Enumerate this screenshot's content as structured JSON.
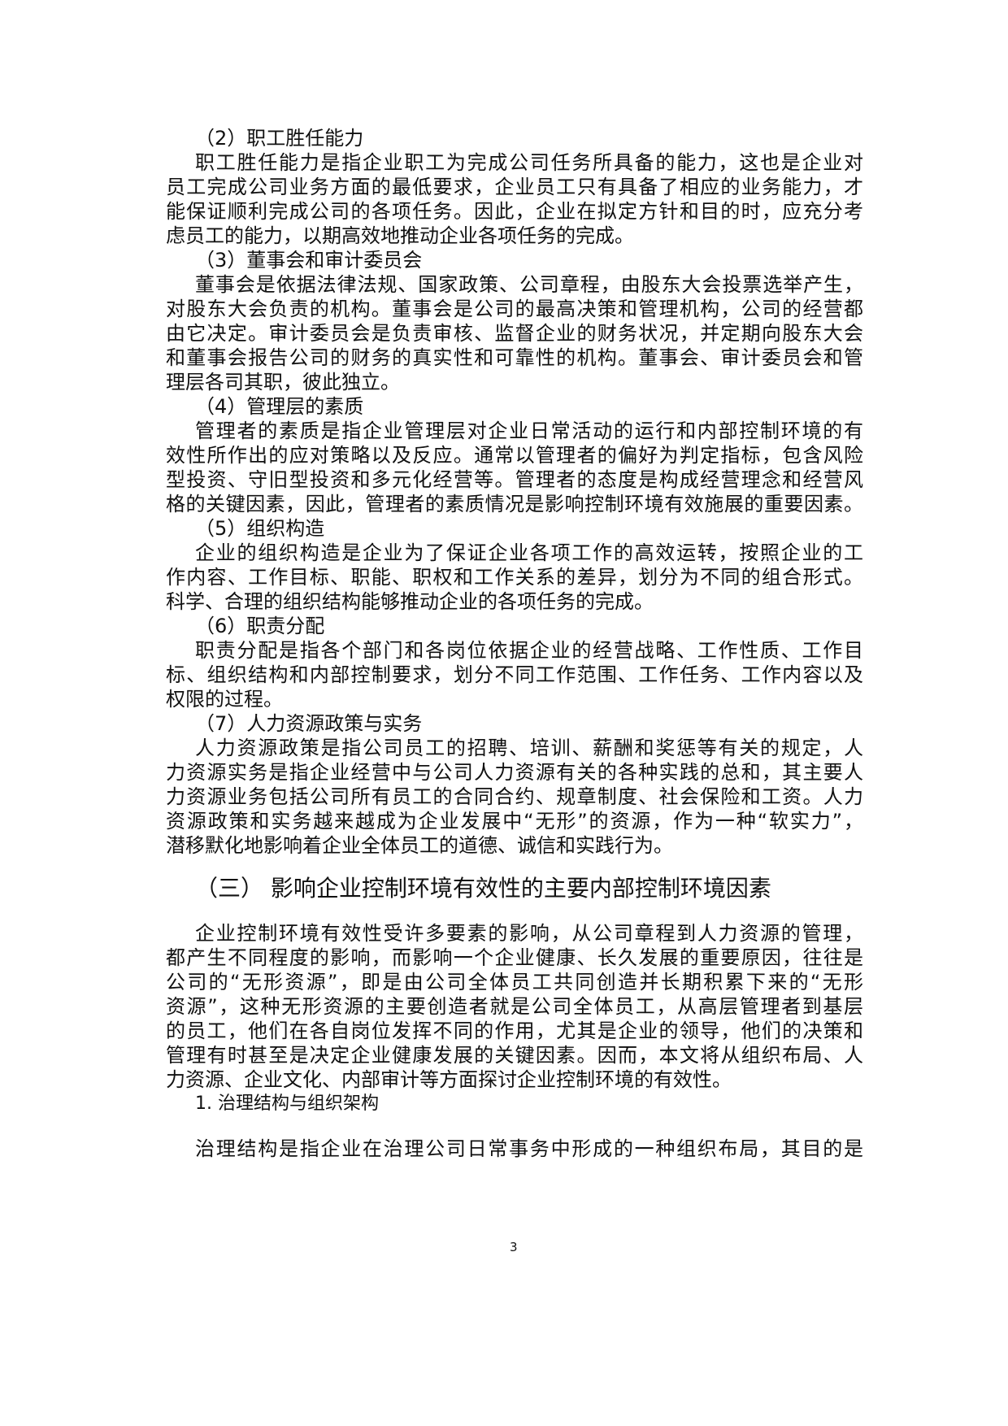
{
  "lines": [
    {
      "kind": "sub",
      "text": "（2）职工胜任能力"
    },
    {
      "kind": "first",
      "text": "职工胜任能力是指企业职工为完成公司任务所具备的能力，这也是企业对"
    },
    {
      "kind": "full",
      "text": "员工完成公司业务方面的最低要求，企业员工只有具备了相应的业务能力，才"
    },
    {
      "kind": "full",
      "text": "能保证顺利完成公司的各项任务。因此，企业在拟定方针和目的时，应充分考"
    },
    {
      "kind": "last",
      "text": "虑员工的能力，以期高效地推动企业各项任务的完成。"
    },
    {
      "kind": "sub",
      "text": "（3）董事会和审计委员会"
    },
    {
      "kind": "first",
      "text": "董事会是依据法律法规、国家政策、公司章程，由股东大会投票选举产生，"
    },
    {
      "kind": "full",
      "text": "对股东大会负责的机构。董事会是公司的最高决策和管理机构，公司的经营都"
    },
    {
      "kind": "full",
      "text": "由它决定。审计委员会是负责审核、监督企业的财务状况，并定期向股东大会"
    },
    {
      "kind": "full",
      "text": "和董事会报告公司的财务的真实性和可靠性的机构。董事会、审计委员会和管"
    },
    {
      "kind": "last",
      "text": "理层各司其职，彼此独立。"
    },
    {
      "kind": "sub",
      "text": "（4）管理层的素质"
    },
    {
      "kind": "first",
      "text": "管理者的素质是指企业管理层对企业日常活动的运行和内部控制环境的有"
    },
    {
      "kind": "full",
      "text": "效性所作出的应对策略以及反应。通常以管理者的偏好为判定指标，包含风险"
    },
    {
      "kind": "full",
      "text": "型投资、守旧型投资和多元化经营等。管理者的态度是构成经营理念和经营风"
    },
    {
      "kind": "full",
      "text": "格的关键因素，因此，管理者的素质情况是影响控制环境有效施展的重要因素。"
    },
    {
      "kind": "sub",
      "text": "（5）组织构造"
    },
    {
      "kind": "first",
      "text": "企业的组织构造是企业为了保证企业各项工作的高效运转，按照企业的工"
    },
    {
      "kind": "full",
      "text": "作内容、工作目标、职能、职权和工作关系的差异，划分为不同的组合形式。"
    },
    {
      "kind": "last",
      "text": "科学、合理的组织结构能够推动企业的各项任务的完成。"
    },
    {
      "kind": "sub",
      "text": "（6）职责分配"
    },
    {
      "kind": "first",
      "text": "职责分配是指各个部门和各岗位依据企业的经营战略、工作性质、工作目"
    },
    {
      "kind": "full",
      "text": "标、组织结构和内部控制要求，划分不同工作范围、工作任务、工作内容以及"
    },
    {
      "kind": "last",
      "text": "权限的过程。"
    },
    {
      "kind": "sub",
      "text": "（7）人力资源政策与实务"
    },
    {
      "kind": "first",
      "text": "人力资源政策是指公司员工的招聘、培训、薪酬和奖惩等有关的规定，人"
    },
    {
      "kind": "full",
      "text": "力资源实务是指企业经营中与公司人力资源有关的各种实践的总和，其主要人"
    },
    {
      "kind": "full",
      "text": "力资源业务包括公司所有员工的合同合约、规章制度、社会保险和工资。人力"
    },
    {
      "kind": "full",
      "text": "资源政策和实务越来越成为企业发展中“无形”的资源，作为一种“软实力”，"
    },
    {
      "kind": "last",
      "text": "潜移默化地影响着企业全体员工的道德、诚信和实践行为。"
    },
    {
      "kind": "h2",
      "text": "（三） 影响企业控制环境有效性的主要内部控制环境因素"
    },
    {
      "kind": "first",
      "text": "企业控制环境有效性受许多要素的影响，从公司章程到人力资源的管理，"
    },
    {
      "kind": "full",
      "text": "都产生不同程度的影响，而影响一个企业健康、长久发展的重要原因，往往是"
    },
    {
      "kind": "full",
      "text": "公司的“无形资源”，即是由公司全体员工共同创造并长期积累下来的“无形"
    },
    {
      "kind": "full",
      "text": "资源”，这种无形资源的主要创造者就是公司全体员工，从高层管理者到基层"
    },
    {
      "kind": "full",
      "text": "的员工，他们在各自岗位发挥不同的作用，尤其是企业的领导，他们的决策和"
    },
    {
      "kind": "full",
      "text": "管理有时甚至是决定企业健康发展的关键因素。因而，本文将从组织布局、人"
    },
    {
      "kind": "last",
      "text": "力资源、企业文化、内部审计等方面探讨企业控制环境的有效性。"
    },
    {
      "kind": "h3",
      "text": "1.  治理结构与组织架构"
    },
    {
      "kind": "first",
      "text": "治理结构是指企业在治理公司日常事务中形成的一种组织布局，其目的是"
    }
  ],
  "page_number": "3"
}
